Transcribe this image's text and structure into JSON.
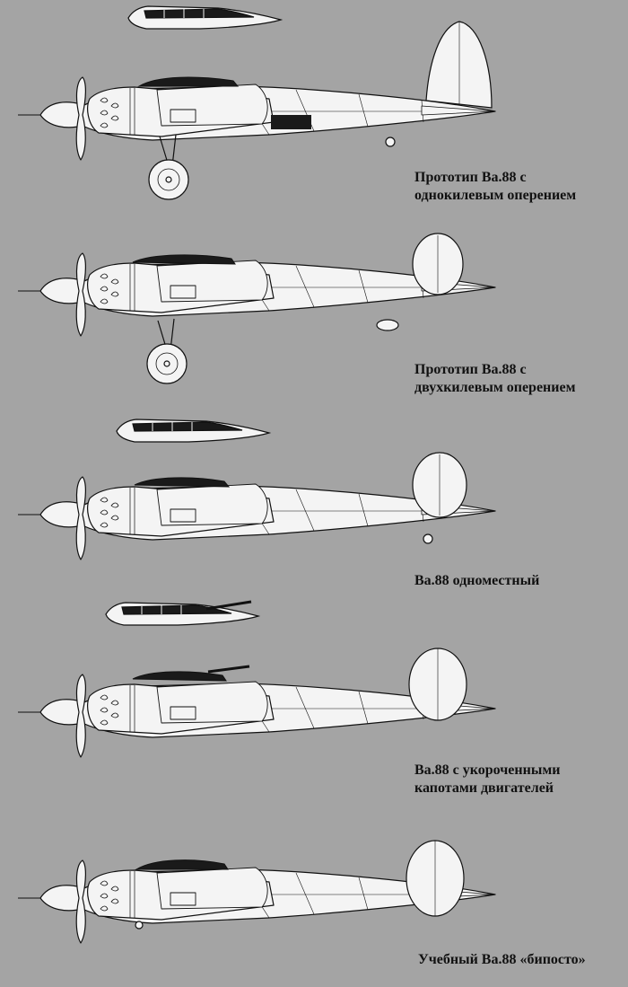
{
  "captions": [
    {
      "lines": [
        "Прототип Ва.88 с",
        "однокилевым оперением"
      ]
    },
    {
      "lines": [
        "Прототип Ва.88 с",
        "двухкилевым оперением"
      ]
    },
    {
      "lines": [
        "Ва.88 одноместный"
      ]
    },
    {
      "lines": [
        "Ва.88 с укороченными",
        "капотами двигателей"
      ]
    },
    {
      "lines": [
        "Учебный Ва.88 «бипосто»"
      ]
    }
  ],
  "colors": {
    "background": "#a4a4a4",
    "aircraft_fill": "#f4f4f4",
    "line": "#111111",
    "glazing": "#1a1a1a"
  }
}
